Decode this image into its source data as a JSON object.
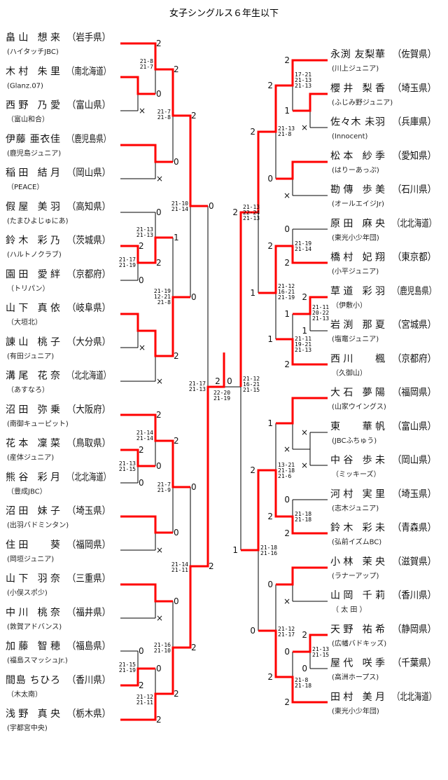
{
  "title": "女子シングルス６年生以下",
  "left_players": [
    {
      "name": "畠山 想来",
      "pref": "（岩手県）",
      "club": "(ハイタッチJBC)"
    },
    {
      "name": "木村 朱里",
      "pref": "（南北海道）",
      "club": "(Glanz.07)"
    },
    {
      "name": "西野 乃愛",
      "pref": "（富山県）",
      "club": "（富山和合）"
    },
    {
      "name": "伊藤 亜衣佳",
      "pref": "（鹿児島県）",
      "club": "(鹿児島ジュニア)"
    },
    {
      "name": "稲田 結月",
      "pref": "（岡山県）",
      "club": "（PEACE）"
    },
    {
      "name": "假屋 美羽",
      "pref": "（高知県）",
      "club": "(たまひよじゅにあ)"
    },
    {
      "name": "鈴木 彩乃",
      "pref": "（茨城県）",
      "club": "(ハルトノクラブ)"
    },
    {
      "name": "園田 愛絆",
      "pref": "（京都府）",
      "club": "（トリパン）"
    },
    {
      "name": "山下 真依",
      "pref": "（岐阜県）",
      "club": "（大垣北）"
    },
    {
      "name": "諌山 桃子",
      "pref": "（大分県）",
      "club": "(有田ジュニア)"
    },
    {
      "name": "溝尾 花奈",
      "pref": "（北北海道）",
      "club": "（あすなろ）"
    },
    {
      "name": "沼田 弥乗",
      "pref": "（大阪府）",
      "club": "(南御キューピット)"
    },
    {
      "name": "花本 凜菜",
      "pref": "（鳥取県）",
      "club": "(産体ジュニア)"
    },
    {
      "name": "熊谷 彩月",
      "pref": "（北北海道）",
      "club": "（豊成JBC）"
    },
    {
      "name": "沼田 妹子",
      "pref": "（埼玉県）",
      "club": "(出羽バドミンタン)"
    },
    {
      "name": "住田 　葵",
      "pref": "（福岡県）",
      "club": "(岡垣ジュニア)"
    },
    {
      "name": "山下 羽奈",
      "pref": "（三重県）",
      "club": "(小俣スポ少)"
    },
    {
      "name": "中川 桃奈",
      "pref": "（福井県）",
      "club": "(敦賀アドバンス)"
    },
    {
      "name": "加藤 智穂",
      "pref": "（福島県）",
      "club": "(福島スマッシュJr.)"
    },
    {
      "name": "間島 ちひろ",
      "pref": "（香川県）",
      "club": "（木太南）"
    },
    {
      "name": "浅野 真央",
      "pref": "（栃木県）",
      "club": "(宇都宮中央)"
    }
  ],
  "right_players": [
    {
      "name": "永渕 友梨華",
      "pref": "（佐賀県）",
      "club": "(川上ジュニア)"
    },
    {
      "name": "櫻井 梨香",
      "pref": "（埼玉県）",
      "club": "(ふじみ野ジュニア)"
    },
    {
      "name": "佐々木 未羽",
      "pref": "（兵庫県）",
      "club": "(Innocent)"
    },
    {
      "name": "松本 紗季",
      "pref": "（愛知県）",
      "club": "(はりーあっぷ)"
    },
    {
      "name": "勘傳 歩美",
      "pref": "（石川県）",
      "club": "(オールエイジJr)"
    },
    {
      "name": "原田 麻央",
      "pref": "（北北海道）",
      "club": "(東光小少年団)"
    },
    {
      "name": "橋村 妃翔",
      "pref": "（東京都）",
      "club": "(小平ジュニア)"
    },
    {
      "name": "草道 彩羽",
      "pref": "（鹿児島県）",
      "club": "（伊敷小）"
    },
    {
      "name": "岩渕 那夏",
      "pref": "（宮城県）",
      "club": "(塩竈ジュニア)"
    },
    {
      "name": "西川 　楓",
      "pref": "（京都府）",
      "club": "（久御山）"
    },
    {
      "name": "大石 夢陽",
      "pref": "（福岡県）",
      "club": "(山家ウイングス)"
    },
    {
      "name": "東 　華帆",
      "pref": "（富山県）",
      "club": "(JBCふちゅう)"
    },
    {
      "name": "中谷 歩未",
      "pref": "（岡山県）",
      "club": "（ミッキーズ）"
    },
    {
      "name": "河村 実里",
      "pref": "（埼玉県）",
      "club": "(志木ジュニア)"
    },
    {
      "name": "鈴木 彩未",
      "pref": "（青森県）",
      "club": "(弘前イズムBC)"
    },
    {
      "name": "小林 茉央",
      "pref": "（滋賀県）",
      "club": "(ラナーアップ)"
    },
    {
      "name": "山岡 千莉",
      "pref": "（香川県）",
      "club": "（ 太 田 ）"
    },
    {
      "name": "天野 祐希",
      "pref": "（静岡県）",
      "club": "(広幡バドキッズ)"
    },
    {
      "name": "屋代 咲季",
      "pref": "（千葉県）",
      "club": "(高洲ホープス)"
    },
    {
      "name": "田村 美月",
      "pref": "（北北海道）",
      "club": "(東光小少年団)"
    }
  ],
  "marks": [
    "2",
    "0",
    "×",
    "2",
    "0",
    "×",
    "2",
    "0",
    "2",
    "0",
    "2",
    "1",
    "×",
    "2",
    "×",
    "0",
    "0",
    "2",
    "2",
    "0",
    "0",
    "2",
    "0",
    "×",
    "0",
    "0",
    "×",
    "0",
    "2",
    "0",
    "2",
    "2",
    "2",
    "2",
    "2",
    "0",
    "2",
    "1",
    "×",
    "2",
    "0",
    "×",
    "2",
    "0",
    "2",
    "2",
    "2",
    "1",
    "1",
    "2",
    "1",
    "1",
    "2",
    "1",
    "×",
    "×",
    "×",
    "0",
    "2",
    "2",
    "2",
    "0",
    "×",
    "2",
    "0",
    "0",
    "2",
    "2",
    "0",
    "1"
  ],
  "scores": [
    [
      "21-8",
      "21-7"
    ],
    [
      "21-7",
      "21-8"
    ],
    [
      "21-10",
      "21-14"
    ],
    [
      "21-17",
      "21-19"
    ],
    [
      "21-13",
      "21-13"
    ],
    [
      "21-19",
      "12-21",
      "21-8"
    ],
    [
      "21-17",
      "21-13"
    ],
    [
      "22-20",
      "21-19"
    ],
    [
      "21-14",
      "21-14"
    ],
    [
      "21-13",
      "21-15"
    ],
    [
      "21-7",
      "21-9"
    ],
    [
      "21-14",
      "21-11"
    ],
    [
      "21-16",
      "21-10"
    ],
    [
      "21-15",
      "21-19"
    ],
    [
      "21-12",
      "21-11"
    ],
    [
      "17-21",
      "21-13",
      "21-13"
    ],
    [
      "21-13",
      "21-8"
    ],
    [
      "21-13",
      "22-24",
      "21-13"
    ],
    [
      "21-19",
      "21-14"
    ],
    [
      "21-11",
      "20-22",
      "21-13"
    ],
    [
      "21-11",
      "19-21",
      "21-13"
    ],
    [
      "21-12",
      "16-21",
      "21-19"
    ],
    [
      "21-12",
      "16-21",
      "21-15"
    ],
    [
      "13-21",
      "21-18",
      "21-6"
    ],
    [
      "21-18",
      "21-18"
    ],
    [
      "21-18",
      "21-16"
    ],
    [
      "21-12",
      "21-17"
    ],
    [
      "21-13",
      "21-15"
    ],
    [
      "21-8",
      "21-18"
    ]
  ]
}
